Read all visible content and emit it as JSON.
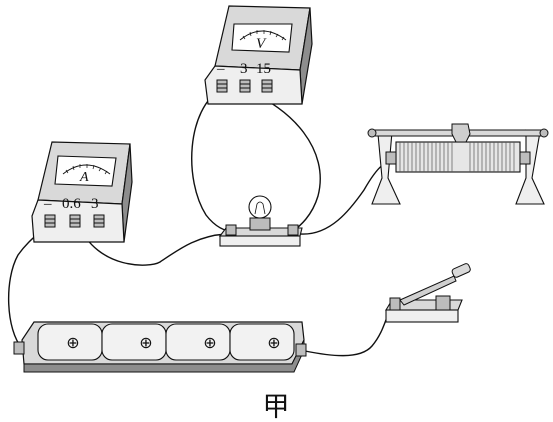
{
  "voltmeter": {
    "dial_letter": "V",
    "terminals": [
      "–",
      "3",
      "15"
    ]
  },
  "ammeter": {
    "dial_letter": "A",
    "terminals": [
      "–",
      "0.6",
      "3"
    ]
  },
  "battery": {
    "cell_symbols": [
      "⊕",
      "⊕",
      "⊕",
      "⊕"
    ]
  },
  "caption": "甲",
  "colors": {
    "line": "#111111",
    "body": "#e6e6e6",
    "shade": "#9a9a9a"
  }
}
